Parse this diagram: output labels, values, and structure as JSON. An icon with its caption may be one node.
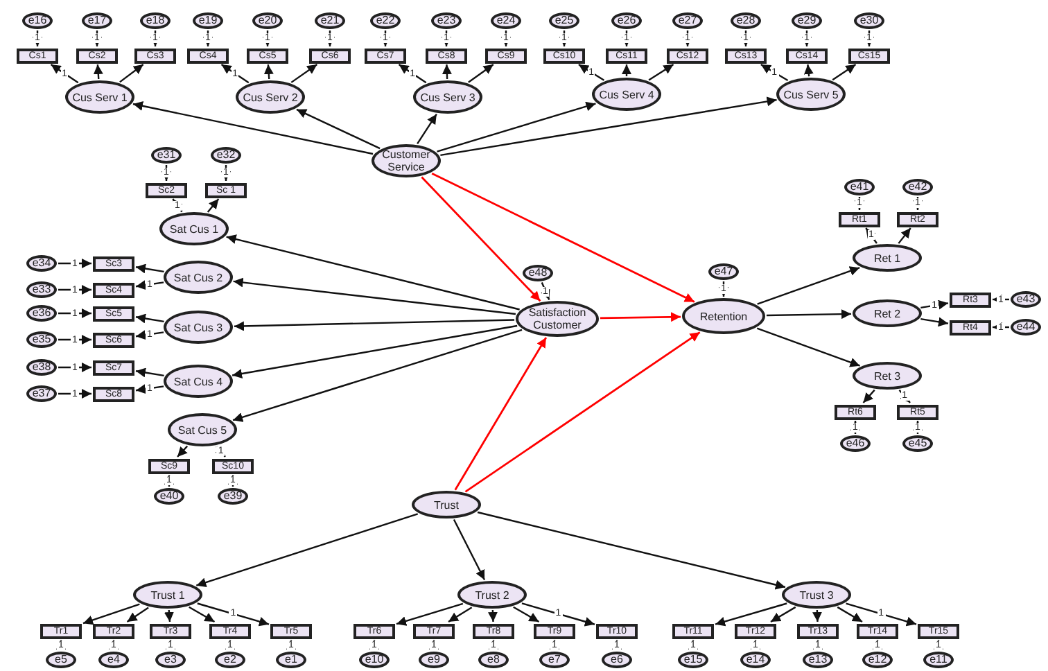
{
  "diagram": {
    "nodes": [
      {
        "text": [
          "e16"
        ]
      },
      {
        "text": [
          "e17"
        ]
      },
      {
        "text": [
          "e18"
        ]
      },
      {
        "text": [
          "e19"
        ]
      },
      {
        "text": [
          "e20"
        ]
      },
      {
        "text": [
          "e21"
        ]
      },
      {
        "text": [
          "e22"
        ]
      },
      {
        "text": [
          "e23"
        ]
      },
      {
        "text": [
          "e24"
        ]
      },
      {
        "text": [
          "e25"
        ]
      },
      {
        "text": [
          "e26"
        ]
      },
      {
        "text": [
          "e27"
        ]
      },
      {
        "text": [
          "e28"
        ]
      },
      {
        "text": [
          "e29"
        ]
      },
      {
        "text": [
          "e30"
        ]
      },
      {
        "text": [
          "Cs1"
        ]
      },
      {
        "text": [
          "Cs2"
        ]
      },
      {
        "text": [
          "Cs3"
        ]
      },
      {
        "text": [
          "Cs4"
        ]
      },
      {
        "text": [
          "Cs5"
        ]
      },
      {
        "text": [
          "Cs6"
        ]
      },
      {
        "text": [
          "Cs7"
        ]
      },
      {
        "text": [
          "Cs8"
        ]
      },
      {
        "text": [
          "Cs9"
        ]
      },
      {
        "text": [
          "Cs10"
        ]
      },
      {
        "text": [
          "Cs11"
        ]
      },
      {
        "text": [
          "Cs12"
        ]
      },
      {
        "text": [
          "Cs13"
        ]
      },
      {
        "text": [
          "Cs14"
        ]
      },
      {
        "text": [
          "Cs15"
        ]
      },
      {
        "text": [
          "Cus Serv 1"
        ]
      },
      {
        "text": [
          "Cus Serv 2"
        ]
      },
      {
        "text": [
          "Cus Serv 3"
        ]
      },
      {
        "text": [
          "Cus Serv 4"
        ]
      },
      {
        "text": [
          "Cus Serv 5"
        ]
      },
      {
        "text": [
          "Customer Service"
        ]
      },
      {
        "text": [
          "e31"
        ]
      },
      {
        "text": [
          "e32"
        ]
      },
      {
        "text": [
          "Sc2"
        ]
      },
      {
        "text": [
          "Sc 1"
        ]
      },
      {
        "text": [
          "Sat Cus 1"
        ]
      },
      {
        "text": [
          "e34"
        ]
      },
      {
        "text": [
          "Sc3"
        ]
      },
      {
        "text": [
          "e33"
        ]
      },
      {
        "text": [
          "Sc4"
        ]
      },
      {
        "text": [
          "Sat Cus 2"
        ]
      },
      {
        "text": [
          "e36"
        ]
      },
      {
        "text": [
          "Sc5"
        ]
      },
      {
        "text": [
          "e35"
        ]
      },
      {
        "text": [
          "Sc6"
        ]
      },
      {
        "text": [
          "Sat Cus 3"
        ]
      },
      {
        "text": [
          "e38"
        ]
      },
      {
        "text": [
          "Sc7"
        ]
      },
      {
        "text": [
          "e37"
        ]
      },
      {
        "text": [
          "Sc8"
        ]
      },
      {
        "text": [
          "Sat Cus 4"
        ]
      },
      {
        "text": [
          "Sat Cus 5"
        ]
      },
      {
        "text": [
          "Sc9"
        ]
      },
      {
        "text": [
          "Sc10"
        ]
      },
      {
        "text": [
          "e40"
        ]
      },
      {
        "text": [
          "e39"
        ]
      },
      {
        "text": [
          "e48"
        ]
      },
      {
        "text": [
          "Satisfaction Customer"
        ]
      },
      {
        "text": [
          "e47"
        ]
      },
      {
        "text": [
          "Retention"
        ]
      },
      {
        "text": [
          "e41"
        ]
      },
      {
        "text": [
          "e42"
        ]
      },
      {
        "text": [
          "Rt1"
        ]
      },
      {
        "text": [
          "Rt2"
        ]
      },
      {
        "text": [
          "Ret 1"
        ]
      },
      {
        "text": [
          "Ret 2"
        ]
      },
      {
        "text": [
          "Rt3"
        ]
      },
      {
        "text": [
          "e43"
        ]
      },
      {
        "text": [
          "Rt4"
        ]
      },
      {
        "text": [
          "e44"
        ]
      },
      {
        "text": [
          "Ret 3"
        ]
      },
      {
        "text": [
          "Rt6"
        ]
      },
      {
        "text": [
          "Rt5"
        ]
      },
      {
        "text": [
          "e46"
        ]
      },
      {
        "text": [
          "e45"
        ]
      },
      {
        "text": [
          "Trust"
        ]
      },
      {
        "text": [
          "Trust 1"
        ]
      },
      {
        "text": [
          "Trust 2"
        ]
      },
      {
        "text": [
          "Trust 3"
        ]
      },
      {
        "text": [
          "Tr1"
        ]
      },
      {
        "text": [
          "Tr2"
        ]
      },
      {
        "text": [
          "Tr3"
        ]
      },
      {
        "text": [
          "Tr4"
        ]
      },
      {
        "text": [
          "Tr5"
        ]
      },
      {
        "text": [
          "Tr6"
        ]
      },
      {
        "text": [
          "Tr7"
        ]
      },
      {
        "text": [
          "Tr8"
        ]
      },
      {
        "text": [
          "Tr9"
        ]
      },
      {
        "text": [
          "Tr10"
        ]
      },
      {
        "text": [
          "Tr11"
        ]
      },
      {
        "text": [
          "Tr12"
        ]
      },
      {
        "text": [
          "Tr13"
        ]
      },
      {
        "text": [
          "Tr14"
        ]
      },
      {
        "text": [
          "Tr15"
        ]
      },
      {
        "text": [
          "e5"
        ]
      },
      {
        "text": [
          "e4"
        ]
      },
      {
        "text": [
          "e3"
        ]
      },
      {
        "text": [
          "e2"
        ]
      },
      {
        "text": [
          "e1"
        ]
      },
      {
        "text": [
          "e10"
        ]
      },
      {
        "text": [
          "e9"
        ]
      },
      {
        "text": [
          "e8"
        ]
      },
      {
        "text": [
          "e7"
        ]
      },
      {
        "text": [
          "e6"
        ]
      },
      {
        "text": [
          "e15"
        ]
      },
      {
        "text": [
          "e14"
        ]
      },
      {
        "text": [
          "e13"
        ]
      },
      {
        "text": [
          "e12"
        ]
      },
      {
        "text": [
          "e11"
        ]
      }
    ],
    "edges": [
      {
        "from": 0,
        "to": 15,
        "arrow": "to",
        "label": "1"
      },
      {
        "from": 1,
        "to": 16,
        "arrow": "to",
        "label": "1"
      },
      {
        "from": 2,
        "to": 17,
        "arrow": "to",
        "label": "1"
      },
      {
        "from": 3,
        "to": 18,
        "arrow": "to",
        "label": "1"
      },
      {
        "from": 4,
        "to": 19,
        "arrow": "to",
        "label": "1"
      },
      {
        "from": 5,
        "to": 20,
        "arrow": "to",
        "label": "1"
      },
      {
        "from": 6,
        "to": 21,
        "arrow": "to",
        "label": "1"
      },
      {
        "from": 7,
        "to": 22,
        "arrow": "to",
        "label": "1"
      },
      {
        "from": 8,
        "to": 23,
        "arrow": "to",
        "label": "1"
      },
      {
        "from": 9,
        "to": 24,
        "arrow": "to",
        "label": "1"
      },
      {
        "from": 10,
        "to": 25,
        "arrow": "to",
        "label": "1"
      },
      {
        "from": 11,
        "to": 26,
        "arrow": "to",
        "label": "1"
      },
      {
        "from": 12,
        "to": 27,
        "arrow": "to",
        "label": "1"
      },
      {
        "from": 13,
        "to": 28,
        "arrow": "to",
        "label": "1"
      },
      {
        "from": 14,
        "to": 29,
        "arrow": "to",
        "label": "1"
      },
      {
        "from": 30,
        "to": 15,
        "arrow": "to",
        "label": "1"
      },
      {
        "from": 30,
        "to": 16,
        "arrow": "to"
      },
      {
        "from": 30,
        "to": 17,
        "arrow": "to"
      },
      {
        "from": 31,
        "to": 18,
        "arrow": "to",
        "label": "1"
      },
      {
        "from": 31,
        "to": 19,
        "arrow": "to"
      },
      {
        "from": 31,
        "to": 20,
        "arrow": "to"
      },
      {
        "from": 32,
        "to": 21,
        "arrow": "to",
        "label": "1"
      },
      {
        "from": 32,
        "to": 22,
        "arrow": "to"
      },
      {
        "from": 32,
        "to": 23,
        "arrow": "to"
      },
      {
        "from": 33,
        "to": 24,
        "arrow": "to",
        "label": "1"
      },
      {
        "from": 33,
        "to": 25,
        "arrow": "to"
      },
      {
        "from": 33,
        "to": 26,
        "arrow": "to"
      },
      {
        "from": 34,
        "to": 27,
        "arrow": "to",
        "label": "1"
      },
      {
        "from": 34,
        "to": 28,
        "arrow": "to"
      },
      {
        "from": 34,
        "to": 29,
        "arrow": "to"
      },
      {
        "from": 35,
        "to": 30,
        "arrow": "to"
      },
      {
        "from": 35,
        "to": 31,
        "arrow": "to"
      },
      {
        "from": 35,
        "to": 32,
        "arrow": "to"
      },
      {
        "from": 35,
        "to": 33,
        "arrow": "to"
      },
      {
        "from": 35,
        "to": 34,
        "arrow": "to"
      },
      {
        "from": 36,
        "to": 38,
        "arrow": "to",
        "label": "1"
      },
      {
        "from": 37,
        "to": 39,
        "arrow": "to",
        "label": "1"
      },
      {
        "from": 40,
        "to": 38,
        "arrow": "to",
        "label": "1"
      },
      {
        "from": 40,
        "to": 39,
        "arrow": "to"
      },
      {
        "from": 41,
        "to": 42,
        "arrow": "to",
        "label": "1"
      },
      {
        "from": 43,
        "to": 44,
        "arrow": "to",
        "label": "1"
      },
      {
        "from": 45,
        "to": 42,
        "arrow": "to"
      },
      {
        "from": 45,
        "to": 44,
        "arrow": "to",
        "label": "1"
      },
      {
        "from": 46,
        "to": 47,
        "arrow": "to",
        "label": "1"
      },
      {
        "from": 48,
        "to": 49,
        "arrow": "to",
        "label": "1"
      },
      {
        "from": 50,
        "to": 47,
        "arrow": "to"
      },
      {
        "from": 50,
        "to": 49,
        "arrow": "to",
        "label": "1"
      },
      {
        "from": 51,
        "to": 52,
        "arrow": "to",
        "label": "1"
      },
      {
        "from": 53,
        "to": 54,
        "arrow": "to",
        "label": "1"
      },
      {
        "from": 55,
        "to": 52,
        "arrow": "to"
      },
      {
        "from": 55,
        "to": 54,
        "arrow": "to",
        "label": "1"
      },
      {
        "from": 56,
        "to": 57,
        "arrow": "to"
      },
      {
        "from": 56,
        "to": 58,
        "arrow": "to",
        "label": "1"
      },
      {
        "from": 59,
        "to": 57,
        "arrow": "to",
        "label": "1"
      },
      {
        "from": 60,
        "to": 58,
        "arrow": "to",
        "label": "1"
      },
      {
        "from": 62,
        "to": 40,
        "arrow": "to"
      },
      {
        "from": 62,
        "to": 45,
        "arrow": "to"
      },
      {
        "from": 62,
        "to": 50,
        "arrow": "to"
      },
      {
        "from": 62,
        "to": 55,
        "arrow": "to"
      },
      {
        "from": 62,
        "to": 56,
        "arrow": "to"
      },
      {
        "from": 61,
        "to": 62,
        "arrow": "to",
        "label": "1"
      },
      {
        "from": 35,
        "to": 62,
        "arrow": "to",
        "color": "#ff0000"
      },
      {
        "from": 35,
        "to": 64,
        "arrow": "to",
        "color": "#ff0000"
      },
      {
        "from": 62,
        "to": 64,
        "arrow": "to",
        "color": "#ff0000"
      },
      {
        "from": 80,
        "to": 62,
        "arrow": "to",
        "color": "#ff0000"
      },
      {
        "from": 80,
        "to": 64,
        "arrow": "to",
        "color": "#ff0000"
      },
      {
        "from": 63,
        "to": 64,
        "arrow": "to",
        "label": "1"
      },
      {
        "from": 64,
        "to": 69,
        "arrow": "to"
      },
      {
        "from": 64,
        "to": 70,
        "arrow": "to"
      },
      {
        "from": 64,
        "to": 75,
        "arrow": "to"
      },
      {
        "from": 65,
        "to": 67,
        "arrow": "to",
        "label": "1"
      },
      {
        "from": 66,
        "to": 68,
        "arrow": "to",
        "label": "1"
      },
      {
        "from": 69,
        "to": 67,
        "arrow": "to",
        "label": "1"
      },
      {
        "from": 69,
        "to": 68,
        "arrow": "to"
      },
      {
        "from": 70,
        "to": 71,
        "arrow": "to",
        "label": "1"
      },
      {
        "from": 70,
        "to": 73,
        "arrow": "to"
      },
      {
        "from": 72,
        "to": 71,
        "arrow": "to",
        "label": "1"
      },
      {
        "from": 74,
        "to": 73,
        "arrow": "to",
        "label": "1"
      },
      {
        "from": 75,
        "to": 76,
        "arrow": "to"
      },
      {
        "from": 75,
        "to": 77,
        "arrow": "to",
        "label": "1"
      },
      {
        "from": 78,
        "to": 76,
        "arrow": "to",
        "label": "1"
      },
      {
        "from": 79,
        "to": 77,
        "arrow": "to",
        "label": "1"
      },
      {
        "from": 80,
        "to": 81,
        "arrow": "to"
      },
      {
        "from": 80,
        "to": 82,
        "arrow": "to"
      },
      {
        "from": 80,
        "to": 83,
        "arrow": "to"
      },
      {
        "from": 81,
        "to": 84,
        "arrow": "to"
      },
      {
        "from": 81,
        "to": 85,
        "arrow": "to"
      },
      {
        "from": 81,
        "to": 86,
        "arrow": "to"
      },
      {
        "from": 81,
        "to": 87,
        "arrow": "to"
      },
      {
        "from": 81,
        "to": 88,
        "arrow": "to",
        "label": "1"
      },
      {
        "from": 82,
        "to": 89,
        "arrow": "to"
      },
      {
        "from": 82,
        "to": 90,
        "arrow": "to"
      },
      {
        "from": 82,
        "to": 91,
        "arrow": "to"
      },
      {
        "from": 82,
        "to": 92,
        "arrow": "to"
      },
      {
        "from": 82,
        "to": 93,
        "arrow": "to",
        "label": "1"
      },
      {
        "from": 83,
        "to": 94,
        "arrow": "to"
      },
      {
        "from": 83,
        "to": 95,
        "arrow": "to"
      },
      {
        "from": 83,
        "to": 96,
        "arrow": "to"
      },
      {
        "from": 83,
        "to": 97,
        "arrow": "to"
      },
      {
        "from": 83,
        "to": 98,
        "arrow": "to",
        "label": "1"
      },
      {
        "from": 99,
        "to": 84,
        "arrow": "to",
        "label": "1"
      },
      {
        "from": 100,
        "to": 85,
        "arrow": "to",
        "label": "1"
      },
      {
        "from": 101,
        "to": 86,
        "arrow": "to",
        "label": "1"
      },
      {
        "from": 102,
        "to": 87,
        "arrow": "to",
        "label": "1"
      },
      {
        "from": 103,
        "to": 88,
        "arrow": "to",
        "label": "1"
      },
      {
        "from": 104,
        "to": 89,
        "arrow": "to",
        "label": "1"
      },
      {
        "from": 105,
        "to": 90,
        "arrow": "to",
        "label": "1"
      },
      {
        "from": 106,
        "to": 91,
        "arrow": "to",
        "label": "1"
      },
      {
        "from": 107,
        "to": 92,
        "arrow": "to",
        "label": "1"
      },
      {
        "from": 108,
        "to": 93,
        "arrow": "to",
        "label": "1"
      },
      {
        "from": 109,
        "to": 94,
        "arrow": "to",
        "label": "1"
      },
      {
        "from": 110,
        "to": 95,
        "arrow": "to",
        "label": "1"
      },
      {
        "from": 111,
        "to": 96,
        "arrow": "to",
        "label": "1"
      },
      {
        "from": 112,
        "to": 97,
        "arrow": "to",
        "label": "1"
      },
      {
        "from": 113,
        "to": 98,
        "arrow": "to",
        "label": "1"
      }
    ]
  }
}
